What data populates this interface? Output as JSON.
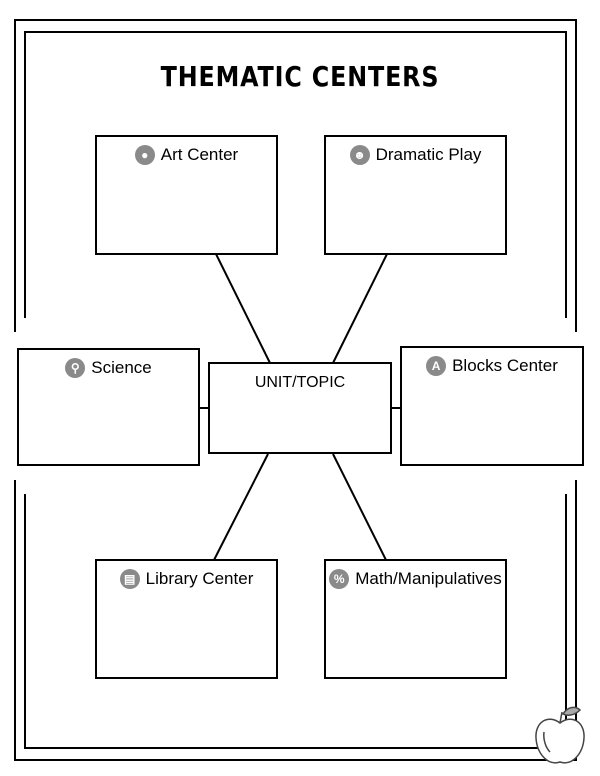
{
  "title": "THEMATIC CENTERS",
  "center": {
    "label": "UNIT/TOPIC"
  },
  "centers": {
    "art": {
      "label": "Art Center",
      "icon": "palette-icon"
    },
    "dramatic": {
      "label": "Dramatic Play",
      "icon": "theater-masks-icon"
    },
    "science": {
      "label": "Science",
      "icon": "microscope-icon"
    },
    "blocks": {
      "label": "Blocks Center",
      "icon": "letter-block-icon"
    },
    "library": {
      "label": "Library Center",
      "icon": "book-icon"
    },
    "math": {
      "label": "Math/Manipulatives",
      "icon": "percent-icon"
    }
  },
  "colors": {
    "line": "#000000",
    "icon": "#8a8a8a"
  }
}
